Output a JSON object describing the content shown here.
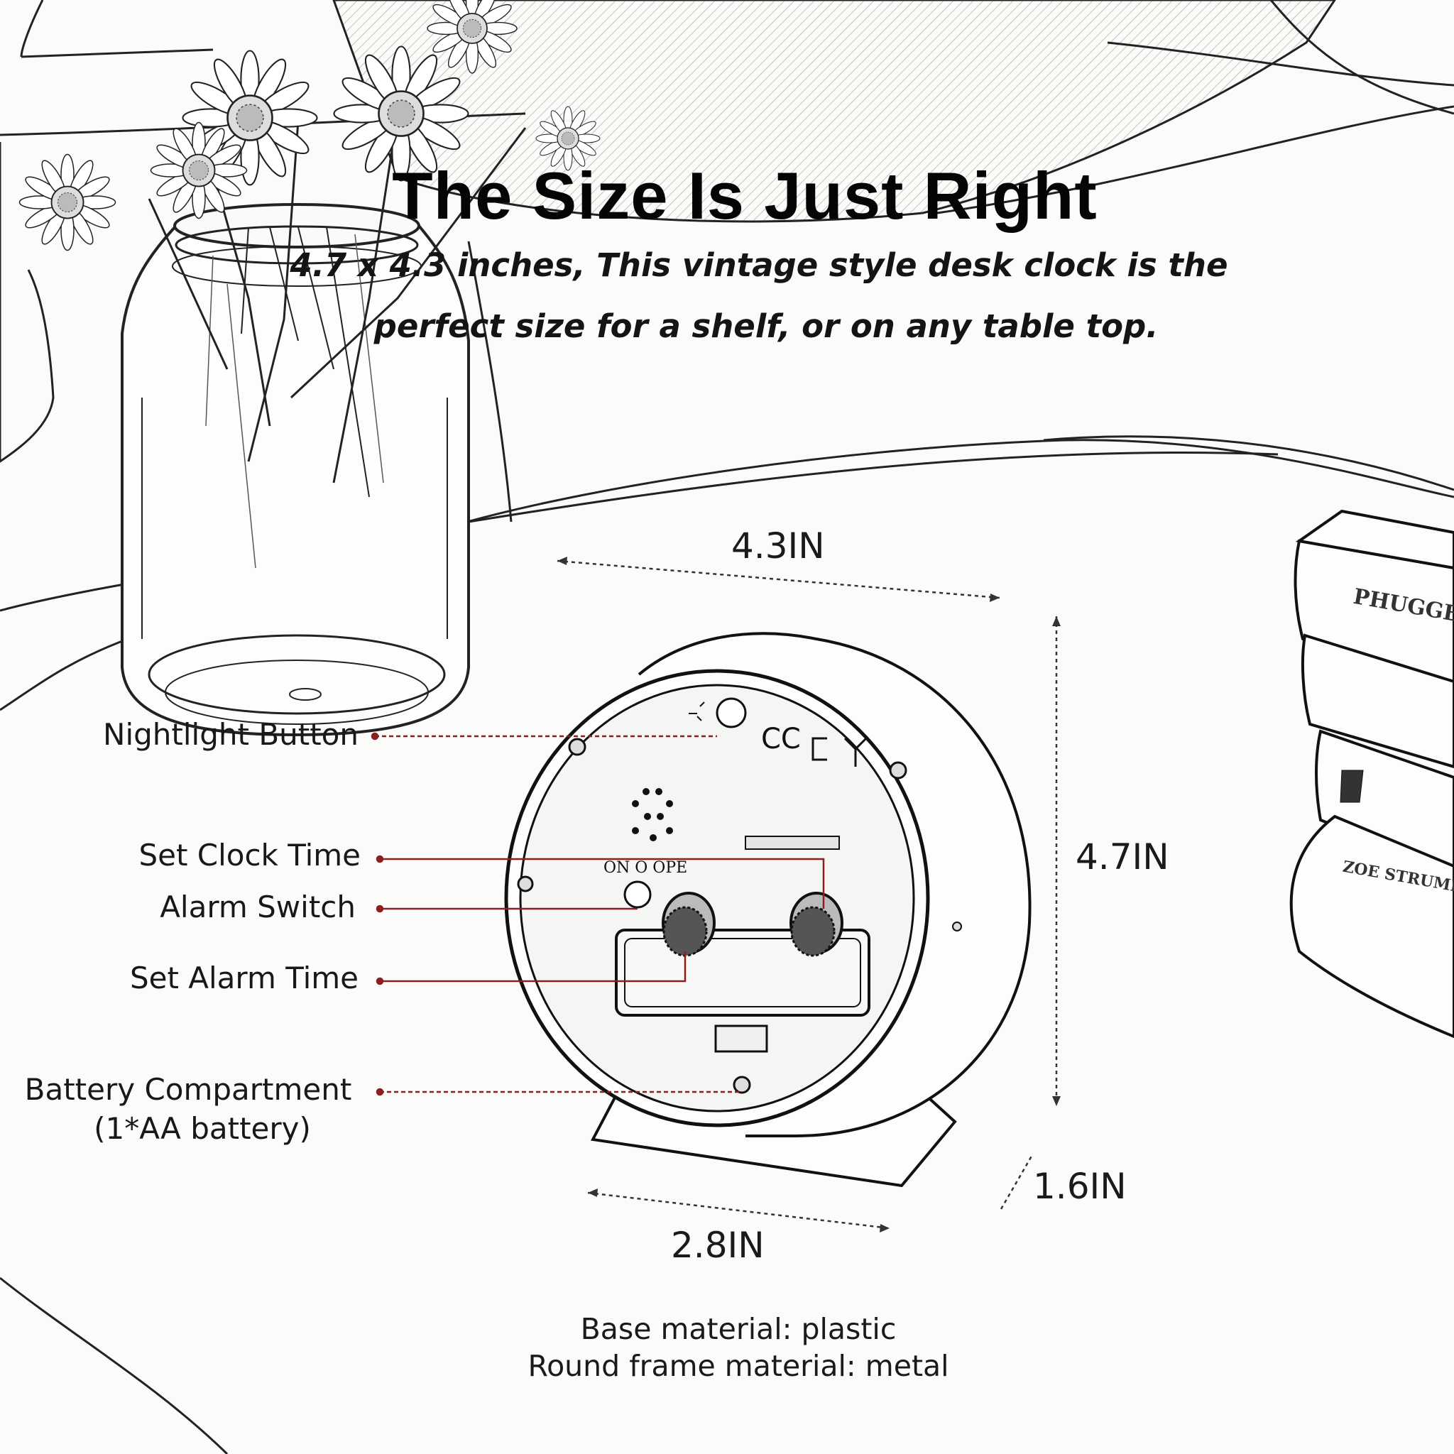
{
  "heading": {
    "title": "The Size Is Just Right",
    "subtitle_line1": "4.7 x 4.3 inches, This vintage style desk clock is the",
    "subtitle_line2": "perfect size for a shelf, or on any table top."
  },
  "callouts": {
    "nightlight": "Nightlight Button",
    "set_clock": "Set Clock Time",
    "alarm_switch": "Alarm Switch",
    "set_alarm": "Set Alarm Time",
    "battery_line1": "Battery Compartment",
    "battery_line2": "(1*AA battery)"
  },
  "dimensions": {
    "width": "4.3IN",
    "height": "4.7IN",
    "depth": "1.6IN",
    "base": "2.8IN"
  },
  "clock_back": {
    "switch_label": "ON O OPE",
    "cert_marks": "CC"
  },
  "materials": {
    "base": "Base material: plastic",
    "frame": "Round frame material: metal"
  },
  "books": {
    "book1": "PHUGGED I",
    "book4": "ZOE STRUMFEL"
  },
  "colors": {
    "leader_line": "#8a1f1f",
    "ink": "#111111",
    "background": "#fbfbf9"
  }
}
